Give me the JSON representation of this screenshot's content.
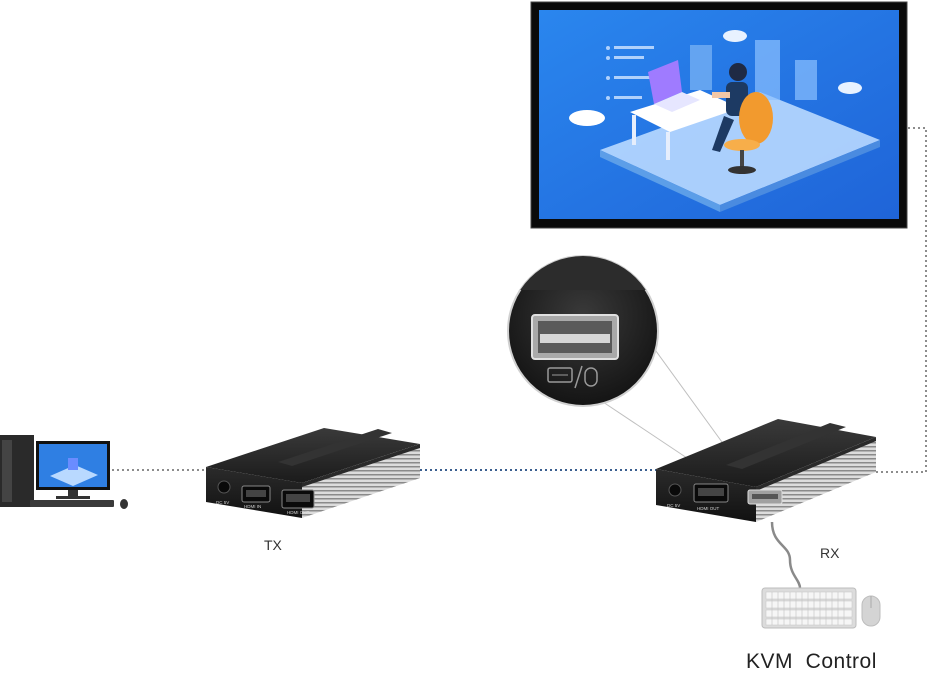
{
  "labels": {
    "tx": "TX",
    "rx": "RX",
    "kvm": "KVM  Control"
  },
  "device_text": {
    "tx_port1": "HDMI IN",
    "tx_port2": "HDMI OUT",
    "tx_power": "DC 5V",
    "rx_port1": "HDMI OUT",
    "rx_power": "DC 5V"
  },
  "colors": {
    "link_dotted": "#3a5f8f",
    "gray_dotted": "#8c8c8c",
    "device_body": "#1f1f1f",
    "screen_blue": "#2f7fe3"
  }
}
